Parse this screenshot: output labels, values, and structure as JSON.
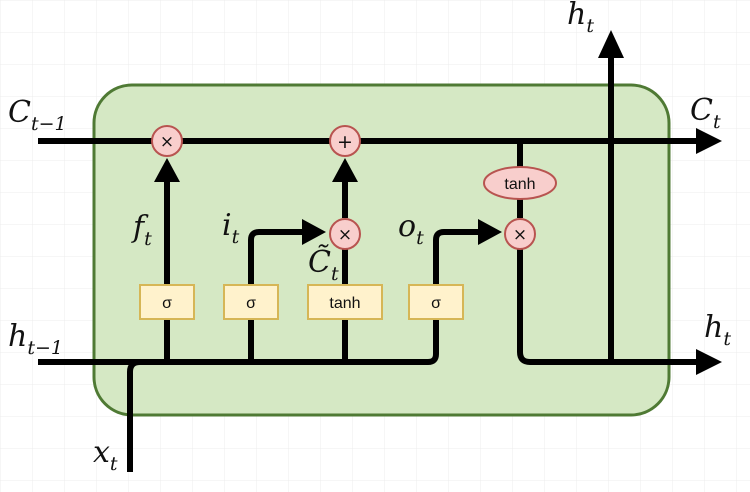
{
  "labels": {
    "c_prev": "C",
    "c_prev_sub": "t−1",
    "c_out": "C",
    "c_out_sub": "t",
    "h_prev": "h",
    "h_prev_sub": "t−1",
    "h_out_right": "h",
    "h_out_right_sub": "t",
    "h_out_top": "h",
    "h_out_top_sub": "t",
    "x_in": "x",
    "x_in_sub": "t",
    "forget": "f",
    "forget_sub": "t",
    "input": "i",
    "input_sub": "t",
    "candidate": "C̃",
    "candidate_sub": "t",
    "output": "o",
    "output_sub": "t"
  },
  "gates": {
    "forget_sigma": "σ",
    "input_sigma": "σ",
    "candidate_tanh": "tanh",
    "output_sigma": "σ",
    "cell_tanh": "tanh"
  },
  "ops": {
    "forget_mult": "×",
    "cell_add": "+",
    "input_mult": "×",
    "output_mult": "×"
  },
  "colors": {
    "cell_fill": "#d5e8c4",
    "cell_border": "#4f7a34",
    "gate_fill": "#fff2cc",
    "gate_border": "#d6b656",
    "op_fill": "#f8cecc",
    "op_border": "#b85450",
    "line": "#000000",
    "grid": "#e8e8e8"
  }
}
